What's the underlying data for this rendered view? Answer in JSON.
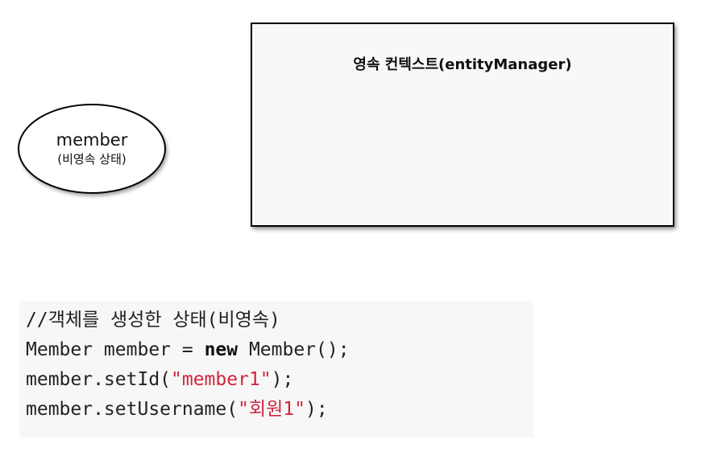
{
  "entity": {
    "name": "member",
    "state": "(비영속 상태)"
  },
  "context": {
    "title": "영속 컨텍스트(entityManager)"
  },
  "code": {
    "comment": "//객체를 생성한 상태(비영속)",
    "line2_a": "Member member = ",
    "line2_kw": "new",
    "line2_b": " Member();",
    "line3_a": "member.setId(",
    "line3_str": "\"member1\"",
    "line3_b": ");",
    "line4_a": "member.setUsername(",
    "line4_str": "\"회원1\"",
    "line4_b": ");"
  },
  "colors": {
    "string_literal": "#d0263d",
    "code_background": "#f7f7f7",
    "box_background": "#f8f8f8"
  }
}
